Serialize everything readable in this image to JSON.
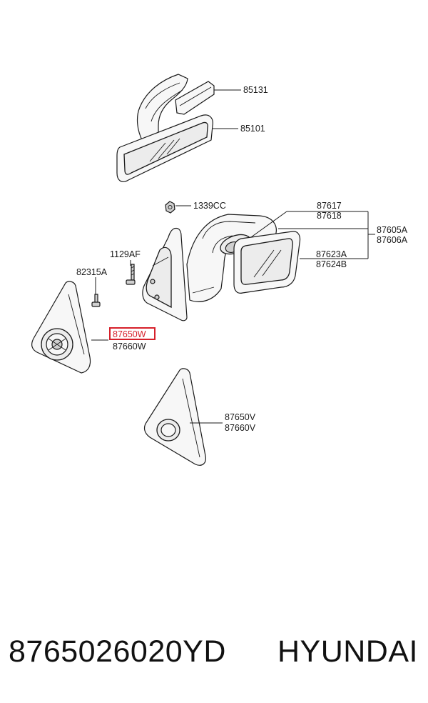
{
  "diagram": {
    "labels": {
      "l85131": "85131",
      "l85101": "85101",
      "l1339cc": "1339CC",
      "l87617": "87617",
      "l87618": "87618",
      "l87605a": "87605A",
      "l87606a": "87606A",
      "l1129af": "1129AF",
      "l82315a": "82315A",
      "l87623a": "87623A",
      "l87624b": "87624B",
      "l87650w_hl": "87650W",
      "l87660w_a": "87660W",
      "l87650w_b": "87650V",
      "l87660w_b": "87660V"
    },
    "highlight_color": "#d6202a"
  },
  "footer": {
    "part_number": "8765026020YD",
    "brand": "HYUNDAI"
  }
}
